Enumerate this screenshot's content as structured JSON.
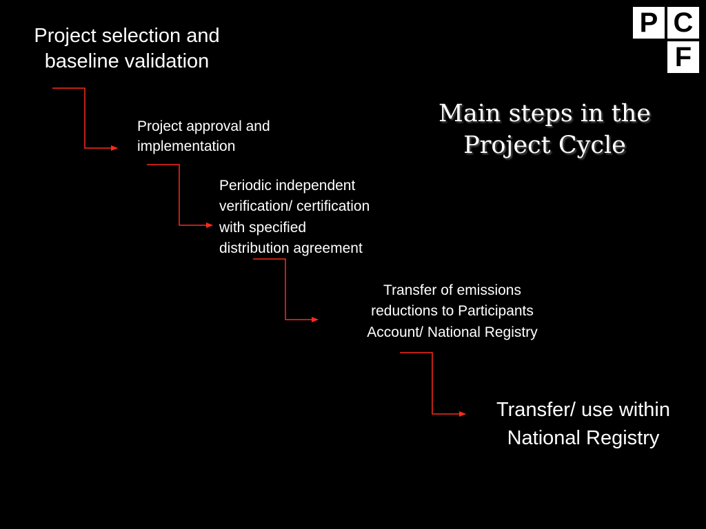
{
  "slide": {
    "title": "Main steps in the\nProject Cycle",
    "logo": {
      "letters": [
        "P",
        "C",
        "F"
      ]
    },
    "steps": [
      {
        "label": "Project selection and\nbaseline validation"
      },
      {
        "label": "Project approval and\nimplementation"
      },
      {
        "label": "Periodic independent\nverification/ certification\nwith specified\ndistribution agreement"
      },
      {
        "label": "Transfer of emissions\nreductions to Participants\nAccount/ National Registry"
      },
      {
        "label": "Transfer/ use within\nNational Registry"
      }
    ],
    "colors": {
      "background": "#000000",
      "text": "#ffffff",
      "connector": "#ff2a1a",
      "logo_background": "#ffffff",
      "logo_text": "#000000"
    }
  }
}
